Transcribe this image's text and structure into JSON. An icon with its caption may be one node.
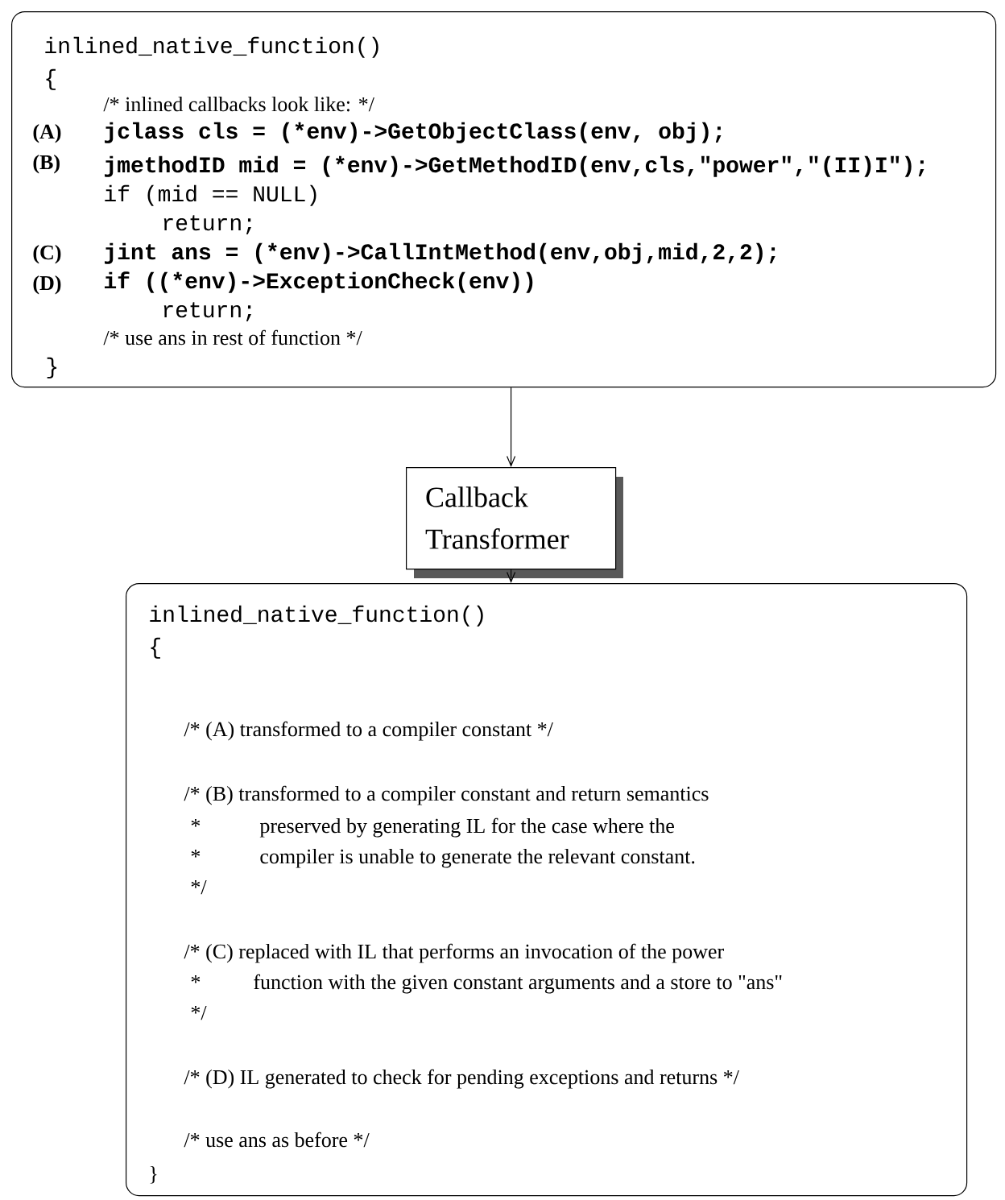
{
  "diagram": {
    "nodes": [
      {
        "text": [
          "inlined_native_function()",
          "{",
          "/* inlined callbacks look like: */",
          "(A)",
          "jclass cls = (*env)->GetObjectClass(env, obj);",
          "(B)",
          "jmethodID mid = (*env)->GetMethodID(env,cls,\"power\",\"(II)I\");",
          "if (mid == NULL)",
          "return;",
          "(C)",
          "jint ans = (*env)->CallIntMethod(env,obj,mid,2,2);",
          "(D)",
          "if ((*env)->ExceptionCheck(env))",
          "return;",
          "/* use ans in rest of function */",
          "}"
        ]
      },
      {
        "text": [
          "Callback Transformer"
        ]
      },
      {
        "text": [
          "inlined_native_function()",
          "{",
          "/* (A) transformed to a compiler constant */",
          "/* (B) transformed to a compiler constant and return semantics",
          "*",
          "preserved by generating IL for the case where the",
          "*",
          "compiler is unable to generate the relevant constant.",
          "*/",
          "/* (C) replaced with IL that performs an invocation of the power",
          "*",
          "function with the given constant arguments and a store to \"ans\"",
          "*/",
          "/* (D) IL generated to check for pending exceptions and returns */",
          "/* use ans as before */",
          "}"
        ]
      }
    ],
    "edges": [
      {
        "from": 0,
        "to": 1,
        "arrow": "to"
      },
      {
        "from": 1,
        "to": 2,
        "arrow": "to"
      }
    ]
  }
}
